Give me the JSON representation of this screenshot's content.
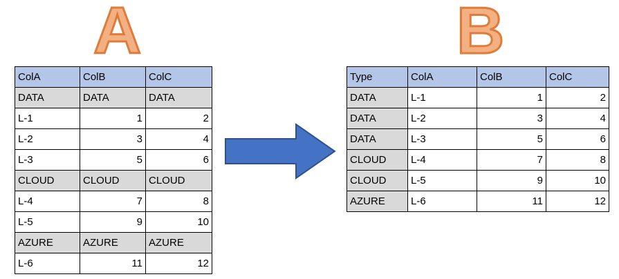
{
  "diagram": {
    "labels": {
      "left_letter": "A",
      "right_letter": "B"
    },
    "arrow": {
      "name": "transform-arrow",
      "direction": "right",
      "fill_color": "#4472C4",
      "stroke_color": "#2F528F"
    },
    "colors": {
      "header_fill": "#B4C6E7",
      "group_fill": "#D9D9D9",
      "cell_fill": "#FFFFFF",
      "border": "#000000",
      "letter_fill": "#F2B083",
      "letter_stroke": "#E07B39"
    }
  },
  "table_a": {
    "name": "source-table",
    "columns": [
      "ColA",
      "ColB",
      "ColC"
    ],
    "rows": [
      {
        "kind": "group",
        "cells": [
          "DATA",
          "DATA",
          "DATA"
        ]
      },
      {
        "kind": "data",
        "cells": [
          "L-1",
          "1",
          "2"
        ]
      },
      {
        "kind": "data",
        "cells": [
          "L-2",
          "3",
          "4"
        ]
      },
      {
        "kind": "data",
        "cells": [
          "L-3",
          "5",
          "6"
        ]
      },
      {
        "kind": "group",
        "cells": [
          "CLOUD",
          "CLOUD",
          "CLOUD"
        ]
      },
      {
        "kind": "data",
        "cells": [
          "L-4",
          "7",
          "8"
        ]
      },
      {
        "kind": "data",
        "cells": [
          "L-5",
          "9",
          "10"
        ]
      },
      {
        "kind": "group",
        "cells": [
          "AZURE",
          "AZURE",
          "AZURE"
        ]
      },
      {
        "kind": "data",
        "cells": [
          "L-6",
          "11",
          "12"
        ]
      }
    ]
  },
  "table_b": {
    "name": "result-table",
    "columns": [
      "Type",
      "ColA",
      "ColB",
      "ColC"
    ],
    "rows": [
      {
        "cells": [
          "DATA",
          "L-1",
          "1",
          "2"
        ]
      },
      {
        "cells": [
          "DATA",
          "L-2",
          "3",
          "4"
        ]
      },
      {
        "cells": [
          "DATA",
          "L-3",
          "5",
          "6"
        ]
      },
      {
        "cells": [
          "CLOUD",
          "L-4",
          "7",
          "8"
        ]
      },
      {
        "cells": [
          "CLOUD",
          "L-5",
          "9",
          "10"
        ]
      },
      {
        "cells": [
          "AZURE",
          "L-6",
          "11",
          "12"
        ]
      }
    ]
  }
}
